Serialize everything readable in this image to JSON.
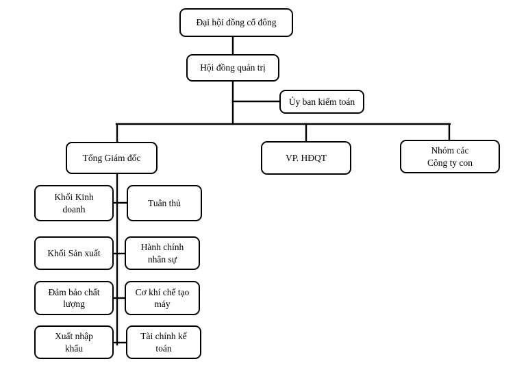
{
  "diagram": {
    "type": "org-chart",
    "title": "",
    "line_color": "#000000",
    "box_border_color": "#000000",
    "box_fill_color": "#ffffff",
    "text_color": "#000000",
    "nodes": {
      "shareholders_meeting": "Đại hội đồng cổ đông",
      "board_of_directors": "Hội đồng quản trị",
      "audit_committee": "Ủy ban kiểm toán",
      "ceo": "Tổng Giám đốc",
      "bod_office": "VP. HĐQT",
      "subsidiaries": "Nhóm các\nCông ty con",
      "business_division": "Khối Kinh\ndoanh",
      "compliance": "Tuân thủ",
      "production_division": "Khối Sản xuất",
      "hr_admin": "Hành chính\nnhân sự",
      "quality_assurance": "Đảm bảo chất\nlượng",
      "mechanical_manufacturing": "Cơ khí chế tạo\nmáy",
      "import_export": "Xuất nhập\nkhẩu",
      "finance_accounting": "Tài chính kế\ntoán"
    }
  }
}
